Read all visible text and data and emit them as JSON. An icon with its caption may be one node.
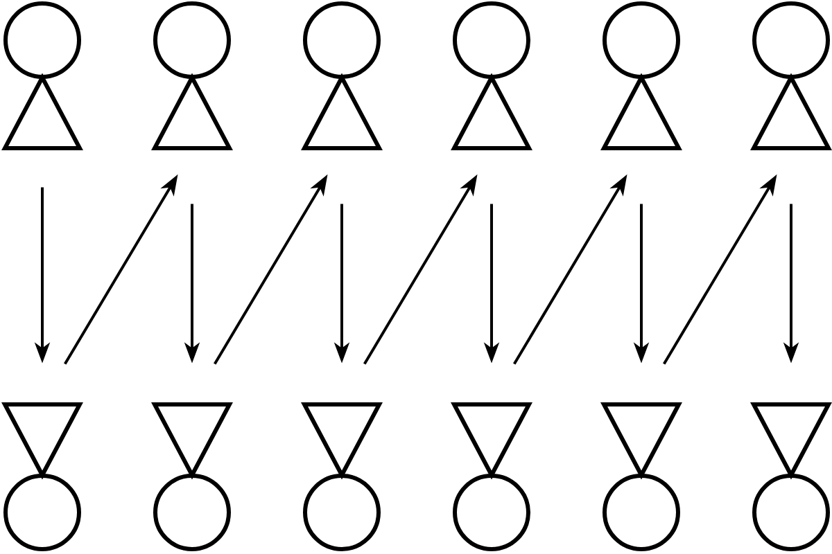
{
  "diagram": {
    "nodes": [
      {
        "text": [],
        "shape": "person"
      },
      {
        "text": [],
        "shape": "person"
      },
      {
        "text": [],
        "shape": "person"
      },
      {
        "text": [],
        "shape": "person"
      },
      {
        "text": [],
        "shape": "person"
      },
      {
        "text": [],
        "shape": "person"
      },
      {
        "text": [],
        "shape": "person"
      },
      {
        "text": [],
        "shape": "person"
      },
      {
        "text": [],
        "shape": "person"
      },
      {
        "text": [],
        "shape": "person"
      },
      {
        "text": [],
        "shape": "person"
      },
      {
        "text": [],
        "shape": "person"
      }
    ],
    "edges": [
      {
        "from": 0,
        "to": 6,
        "arrow": "to"
      },
      {
        "from": 6,
        "to": 1,
        "arrow": "to"
      },
      {
        "from": 1,
        "to": 7,
        "arrow": "to"
      },
      {
        "from": 7,
        "to": 2,
        "arrow": "to"
      },
      {
        "from": 2,
        "to": 8,
        "arrow": "to"
      },
      {
        "from": 8,
        "to": 3,
        "arrow": "to"
      },
      {
        "from": 3,
        "to": 9,
        "arrow": "to"
      },
      {
        "from": 9,
        "to": 4,
        "arrow": "to"
      },
      {
        "from": 4,
        "to": 10,
        "arrow": "to"
      },
      {
        "from": 10,
        "to": 5,
        "arrow": "to"
      },
      {
        "from": 5,
        "to": 11,
        "arrow": "to"
      }
    ]
  }
}
